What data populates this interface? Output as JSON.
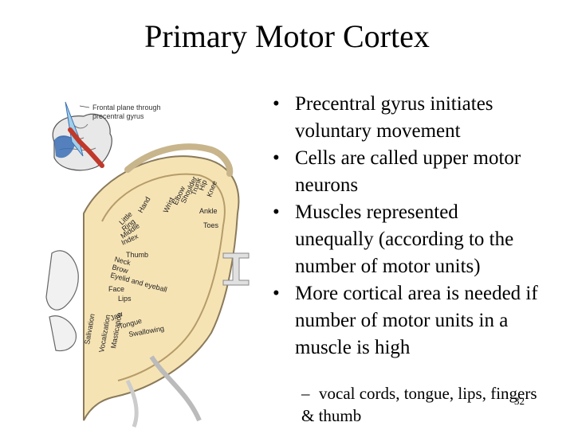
{
  "slide": {
    "title": "Primary Motor Cortex",
    "page_number": "32"
  },
  "figure": {
    "inset_label_line1": "Frontal plane through",
    "inset_label_line2": "precentral gyrus",
    "homunculus_labels": [
      "Hand",
      "Wrist",
      "Elbow",
      "Shoulder",
      "Trunk",
      "Hip",
      "Knee",
      "Ankle",
      "Toes",
      "Little",
      "Ring",
      "Middle",
      "Index",
      "Thumb",
      "Neck",
      "Brow",
      "Eyelid and eyeball",
      "Face",
      "Lips",
      "Jaw",
      "Tongue",
      "Swallowing",
      "Salivation",
      "Vocalization",
      "Mastication"
    ]
  },
  "bullets": [
    {
      "line1": "Precentral gyrus  initiates",
      "line2": "voluntary movement"
    },
    {
      "line1": "Cells are called upper motor",
      "line2": "neurons"
    },
    {
      "line1": "Muscles represented",
      "line2": "unequally (according to the",
      "line3": "number of motor units)"
    },
    {
      "line1": "More cortical area is needed if",
      "line2": "number of motor units in a",
      "line3": "muscle is high"
    }
  ],
  "sub_bullet": {
    "dash": "–",
    "line1": "vocal cords, tongue, lips, fingers",
    "line2": "& thumb"
  },
  "bullet_symbol": "•",
  "colors": {
    "cortex_fill": "#f6e3b4",
    "cortex_stroke": "#8a7a5a",
    "brain_blue": "#3a6fb5",
    "plane_red": "#c0392b",
    "plane_blue": "#9fd0ea"
  }
}
